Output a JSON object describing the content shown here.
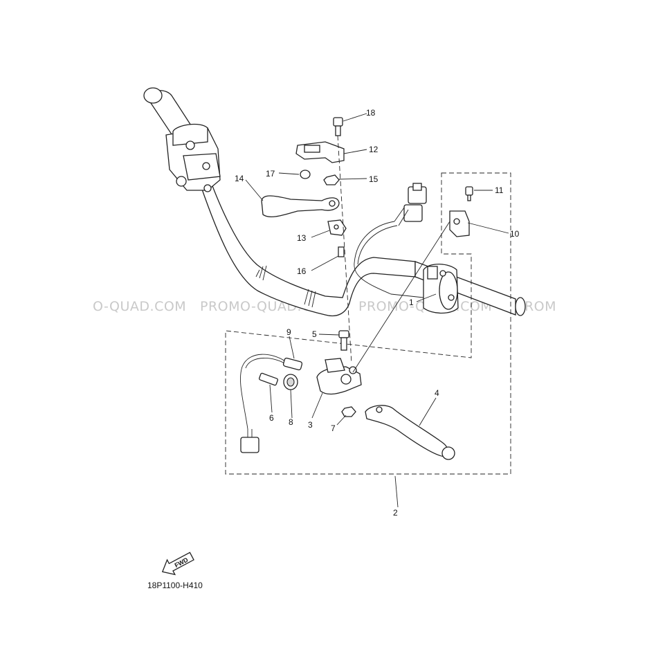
{
  "diagram": {
    "code": "18P1100-H410",
    "fwd_label": "FWD",
    "watermark": "PROMO-QUAD.COM",
    "watermark_left": "O-QUAD.COM",
    "watermark_right": "PROM",
    "callouts": [
      "1",
      "2",
      "3",
      "4",
      "5",
      "6",
      "7",
      "8",
      "9",
      "10",
      "11",
      "12",
      "13",
      "14",
      "15",
      "16",
      "17",
      "18"
    ]
  }
}
